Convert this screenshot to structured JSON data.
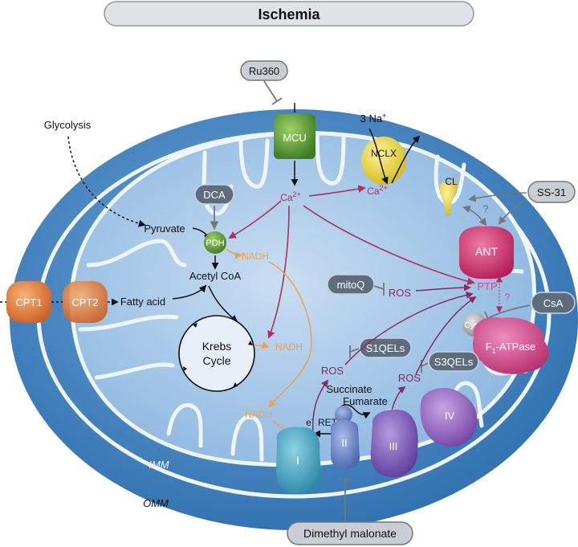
{
  "title": "Ischemia",
  "labels": {
    "glycolysis": "Glycolysis",
    "pyruvate": "Pyruvate",
    "pdh": "PDH",
    "dca": "DCA",
    "nadh_1": "NADH",
    "nadh_2": "NADH",
    "nadh_3": "NADH",
    "acetyl_coa": "Acetyl CoA",
    "fatty_acid": "Fatty acid",
    "cpt1": "CPT1",
    "cpt2": "CPT2",
    "krebs_line1": "Krebs",
    "krebs_line2": "Cycle",
    "mcu": "MCU",
    "ru360": "Ru360",
    "ca_1": "Ca",
    "ca_2": "Ca",
    "ca_sup": "2+",
    "na_text": "3 Na",
    "na_sup": "+",
    "nclx": "NCLX",
    "cl": "CL",
    "ss31": "SS-31",
    "question_1": "?",
    "question_2": "?",
    "ant": "ANT",
    "mitoq": "mitoQ",
    "ros_1": "ROS",
    "ros_2": "ROS",
    "ros_3": "ROS",
    "ptp": "PTP",
    "csa": "CsA",
    "cypd": "CypD",
    "f1_main": "F",
    "f1_sub": "1",
    "f1_rest": "-ATPase",
    "s1qels": "S1QELs",
    "s3qels": "S3QELs",
    "succinate": "Succinate",
    "fumarate": "Fumarate",
    "e_text": "e",
    "e_sup": "-",
    "ret": "RET",
    "complex_1": "I",
    "complex_2": "II",
    "complex_3": "III",
    "complex_4": "IV",
    "imm": "IMM",
    "omm": "OMM",
    "dimethyl_malonate": "Dimethyl malonate"
  },
  "colors": {
    "mito_outer": "#3f86c7",
    "mito_inner": "#a9c9e8",
    "membrane": "#f2f7fc",
    "calcium_arrow": "#b0305a",
    "nadh_arrow": "#f0a04b",
    "ros_text": "#8a2a63",
    "inhibitor_box": "#5e6d7e",
    "grey_box": "#c9ced4",
    "cpt": "#e07a3a",
    "mcu": "#5a9a35",
    "pdh": "#4f8a2e",
    "nclx": "#f2dc34",
    "cl": "#c3b31f",
    "ant": "#d23a72",
    "f1_atpase": "#d04a8a",
    "complex_1": "#3b9fbf",
    "complex_2": "#5f7fc2",
    "complex_3": "#7a55b8",
    "complex_4": "#8a5ab5"
  }
}
